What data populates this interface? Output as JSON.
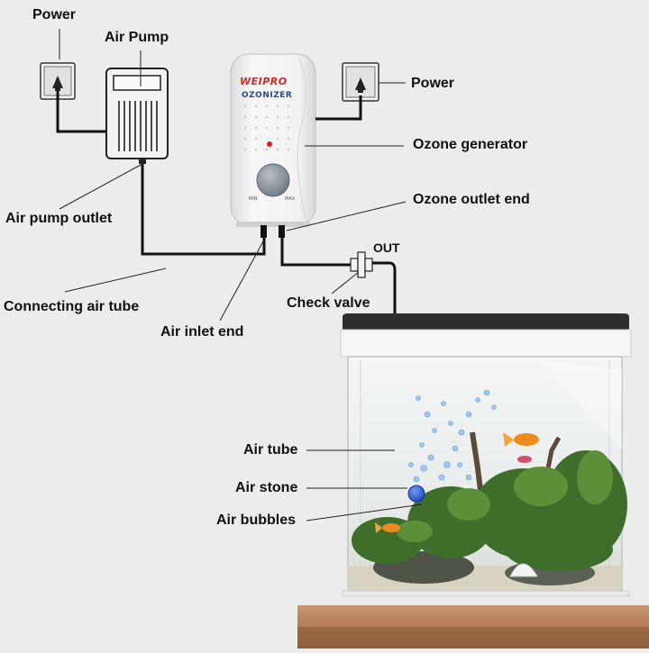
{
  "labels": {
    "power_left": "Power",
    "air_pump": "Air Pump",
    "power_right": "Power",
    "ozone_generator": "Ozone generator",
    "air_pump_outlet": "Air pump outlet",
    "ozone_outlet_end": "Ozone outlet end",
    "out": "OUT",
    "connecting_air_tube": "Connecting air tube",
    "check_valve": "Check valve",
    "air_inlet_end": "Air inlet end",
    "air_tube": "Air tube",
    "air_stone": "Air stone",
    "air_bubbles": "Air bubbles"
  },
  "device": {
    "brand": "WEIPRO",
    "model": "OZONIZER",
    "dial_min": "MIN",
    "dial_max": "MAX"
  },
  "colors": {
    "background": "#ececec",
    "tube": "#111111",
    "leader_line": "#222222",
    "brand_red": "#d8262a",
    "model_blue": "#2a4a8c",
    "air_stone": "#2f5fd6",
    "plants": "#3f6e2a",
    "table": "#b07a52"
  },
  "icons": [
    "power-socket-icon",
    "air-pump-icon",
    "ozone-generator-icon",
    "check-valve-icon",
    "aquarium-icon",
    "air-stone-icon",
    "goldfish-icon"
  ]
}
